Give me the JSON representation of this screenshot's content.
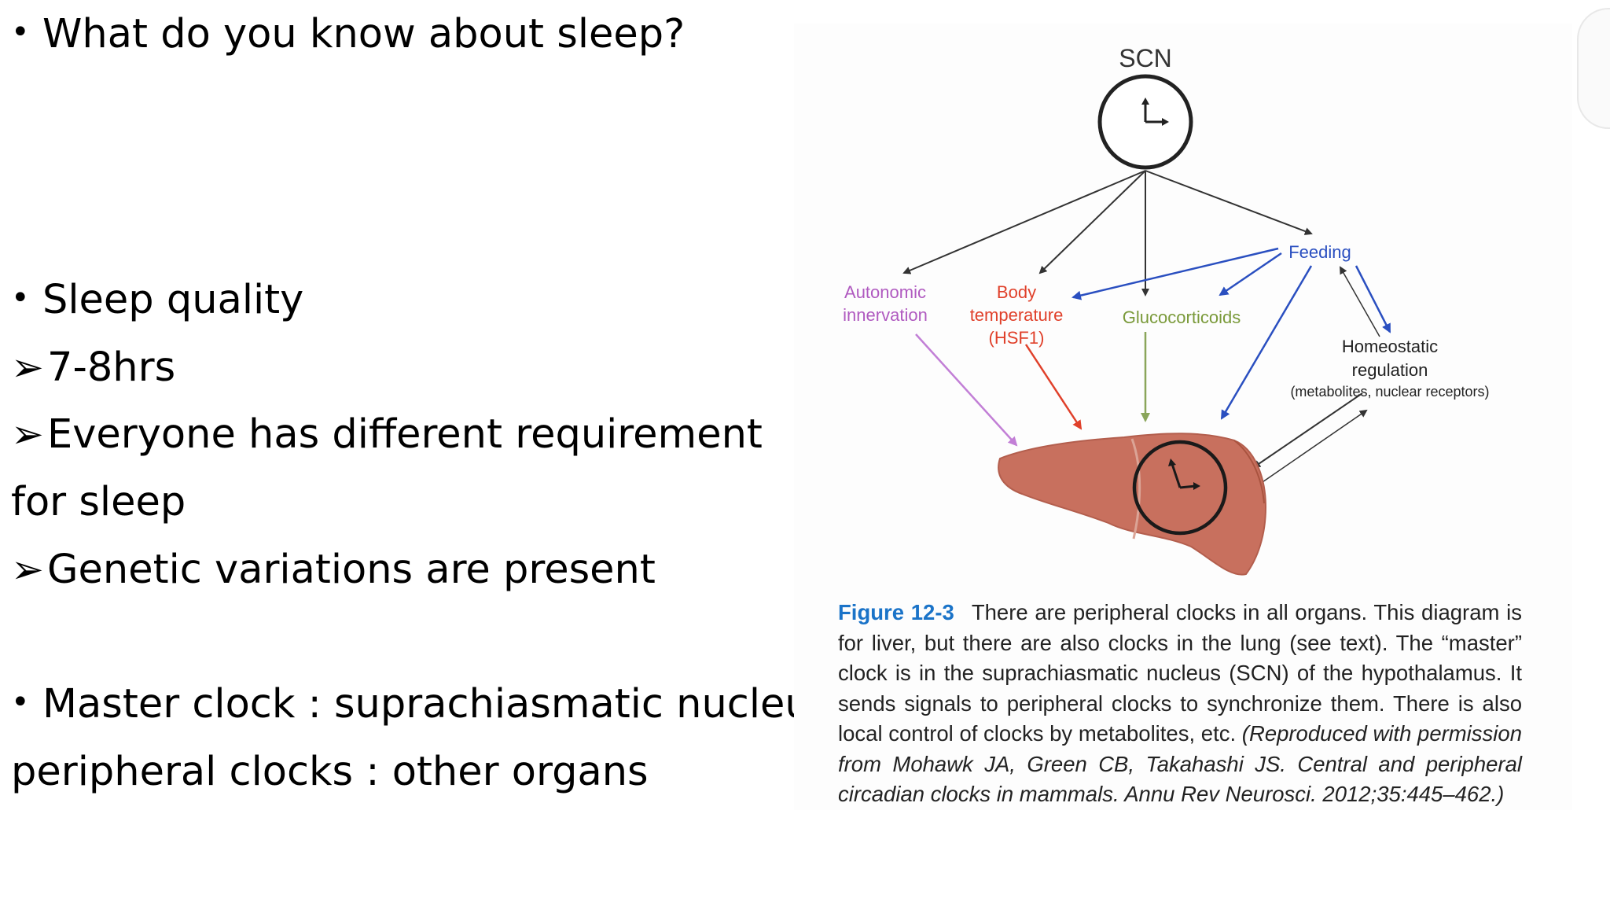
{
  "slide": {
    "question": "What do you know about sleep?",
    "sleep_quality": "Sleep quality",
    "hours": "7-8hrs",
    "requirement_line1": "Everyone has different requirement",
    "requirement_line2": "for sleep",
    "genetic": "Genetic variations are present",
    "master_clock": "Master clock : suprachiasmatic nucleus",
    "peripheral": "peripheral clocks : other organs"
  },
  "diagram": {
    "scn": "SCN",
    "autonomic_1": "Autonomic",
    "autonomic_2": "innervation",
    "body_1": "Body",
    "body_2": "temperature",
    "body_3": "(HSF1)",
    "glucocorticoids": "Glucocorticoids",
    "feeding": "Feeding",
    "homeo_1": "Homeostatic",
    "homeo_2": "regulation",
    "homeo_3": "(metabolites, nuclear receptors)"
  },
  "caption": {
    "label": "Figure 12-3",
    "body": "There are peripheral clocks in all organs. This diagram is for liver, but there are also clocks in the lung (see text). The “master” clock is in the suprachiasmatic nucleus (SCN) of the hypothalamus. It sends signals to peripheral clocks to synchronize them. There is also local control of clocks by metabolites, etc. ",
    "reproduced": "(Reproduced with permission from Mohawk JA, Green CB, Takahashi JS. Central and peripheral circadian clocks in mammals. Annu Rev Neurosci. 2012;35:445–462.)"
  },
  "colors": {
    "autonomic": "#b05ac0",
    "body": "#e0402a",
    "glucocorticoids": "#7a9a3a",
    "feeding": "#2a4fc0",
    "liver": "#c8705e",
    "caption_label": "#1a73c8"
  }
}
